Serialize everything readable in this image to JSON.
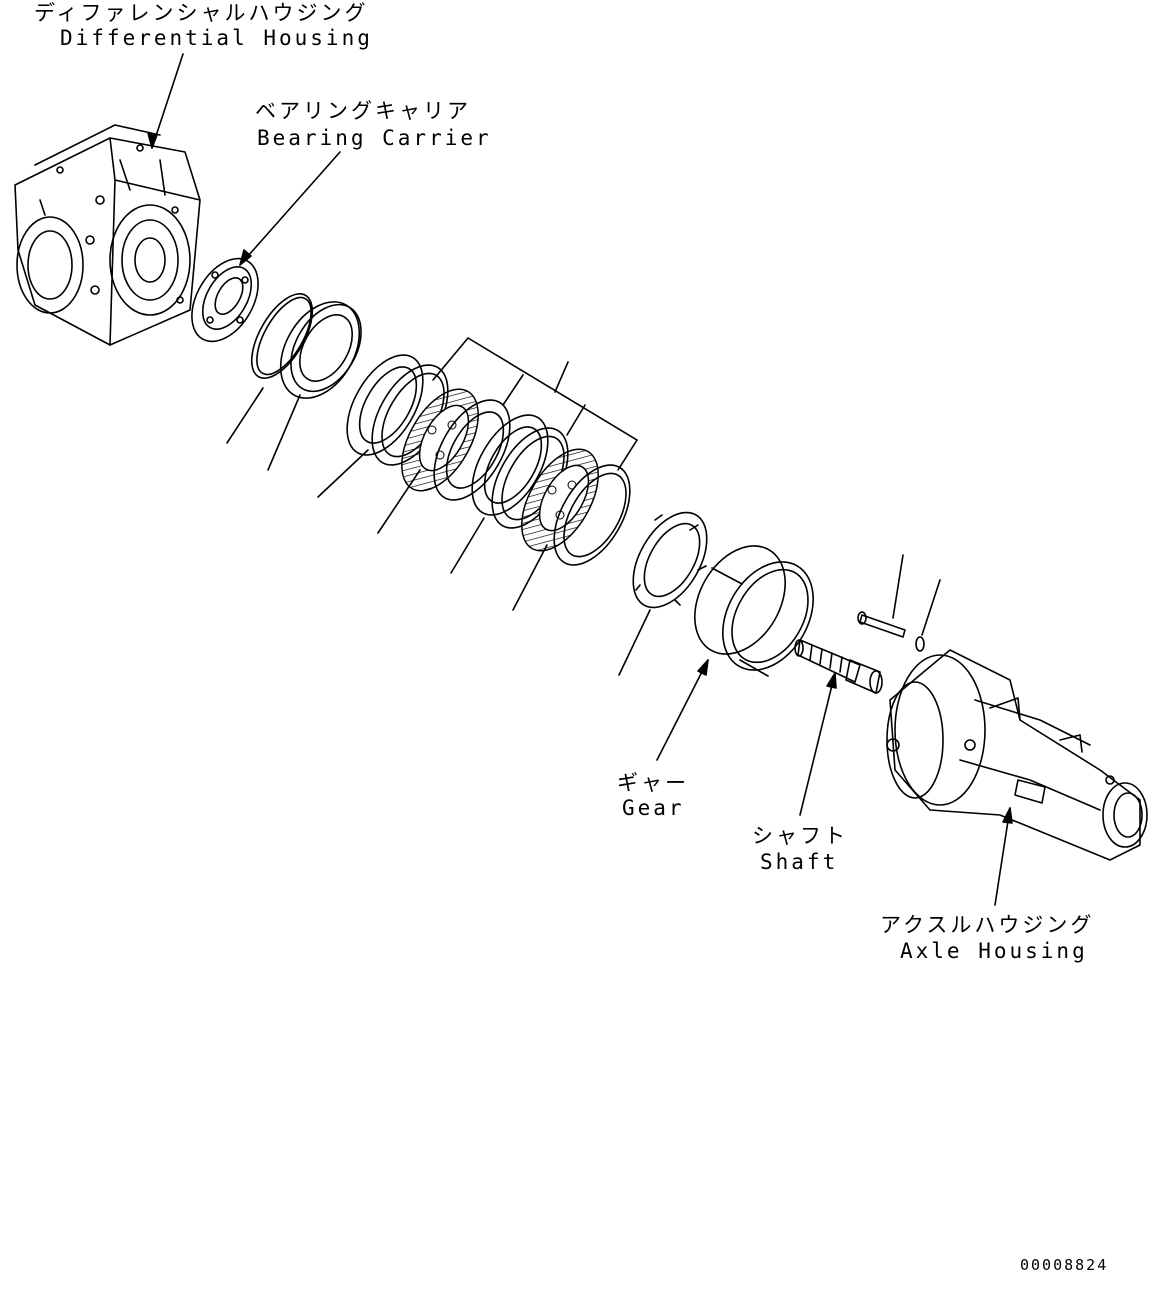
{
  "labels": {
    "differential_housing_jp": "ディファレンシャルハウジング",
    "differential_housing_en": "Differential Housing",
    "bearing_carrier_jp": "ベアリングキャリア",
    "bearing_carrier_en": "Bearing Carrier",
    "gear_jp": "ギャー",
    "gear_en": "Gear",
    "shaft_jp": "シャフト",
    "shaft_en": "Shaft",
    "axle_housing_jp": "アクスルハウジング",
    "axle_housing_en": "Axle Housing"
  },
  "drawing_number": "00008824"
}
